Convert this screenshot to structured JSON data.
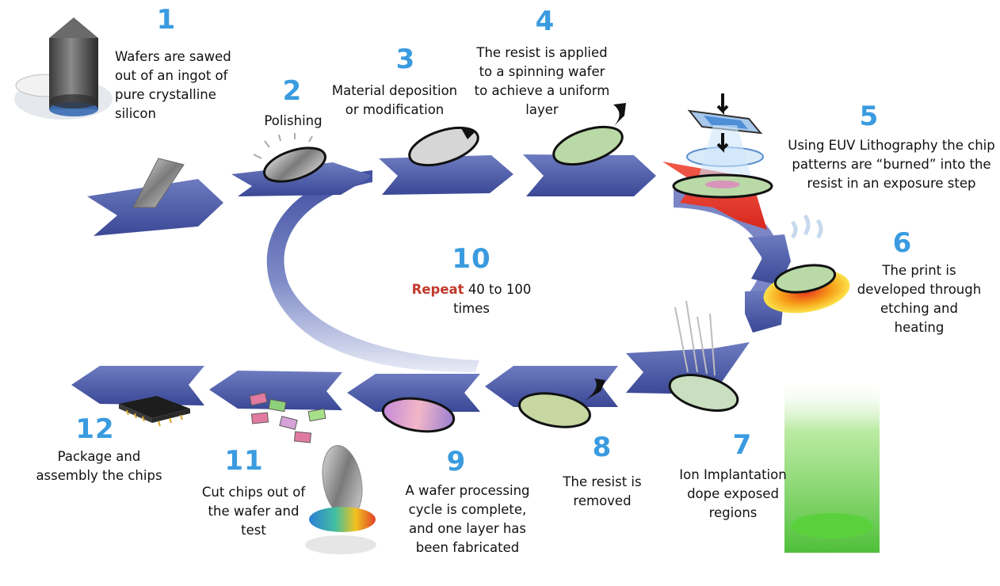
{
  "colors": {
    "arrow": "#4c5aa8",
    "arrow_dark": "#2e3a82",
    "arrow_highlight": "#e83a2f",
    "step_number": "#3a9be0",
    "repeat_highlight": "#c0392b"
  },
  "steps": [
    {
      "id": "1",
      "number": "1",
      "text": "Wafers are sawed out of an ingot of pure crystalline silicon"
    },
    {
      "id": "2",
      "number": "2",
      "text": "Polishing"
    },
    {
      "id": "3",
      "number": "3",
      "text": "Material deposition or modification"
    },
    {
      "id": "4",
      "number": "4",
      "text": "The resist is applied to a spinning wafer to achieve a uniform layer"
    },
    {
      "id": "5",
      "number": "5",
      "text": "Using EUV Lithography the chip patterns are “burned” into the resist in an exposure step"
    },
    {
      "id": "6",
      "number": "6",
      "text": "The print is developed through etching and heating"
    },
    {
      "id": "7",
      "number": "7",
      "text": "Ion Implantation dope exposed regions"
    },
    {
      "id": "8",
      "number": "8",
      "text": "The resist is removed"
    },
    {
      "id": "9",
      "number": "9",
      "text": "A wafer processing cycle is complete, and one layer has been fabricated"
    },
    {
      "id": "10",
      "number": "10",
      "highlight": "Repeat",
      "text": "40 to 100 times"
    },
    {
      "id": "11",
      "number": "11",
      "text": "Cut chips out of the wafer and test"
    },
    {
      "id": "12",
      "number": "12",
      "text": "Package and assembly the chips"
    }
  ],
  "icons": [
    "ingot-saw-icon",
    "polished-wafer-icon",
    "deposition-wafer-icon",
    "spin-coat-wafer-icon",
    "euv-lithography-icon",
    "develop-heat-wafer-icon",
    "ion-beam-icon",
    "stripped-wafer-icon",
    "finished-wafer-icon",
    "diced-chips-icon",
    "chip-package-icon",
    "wafer-test-icon"
  ]
}
